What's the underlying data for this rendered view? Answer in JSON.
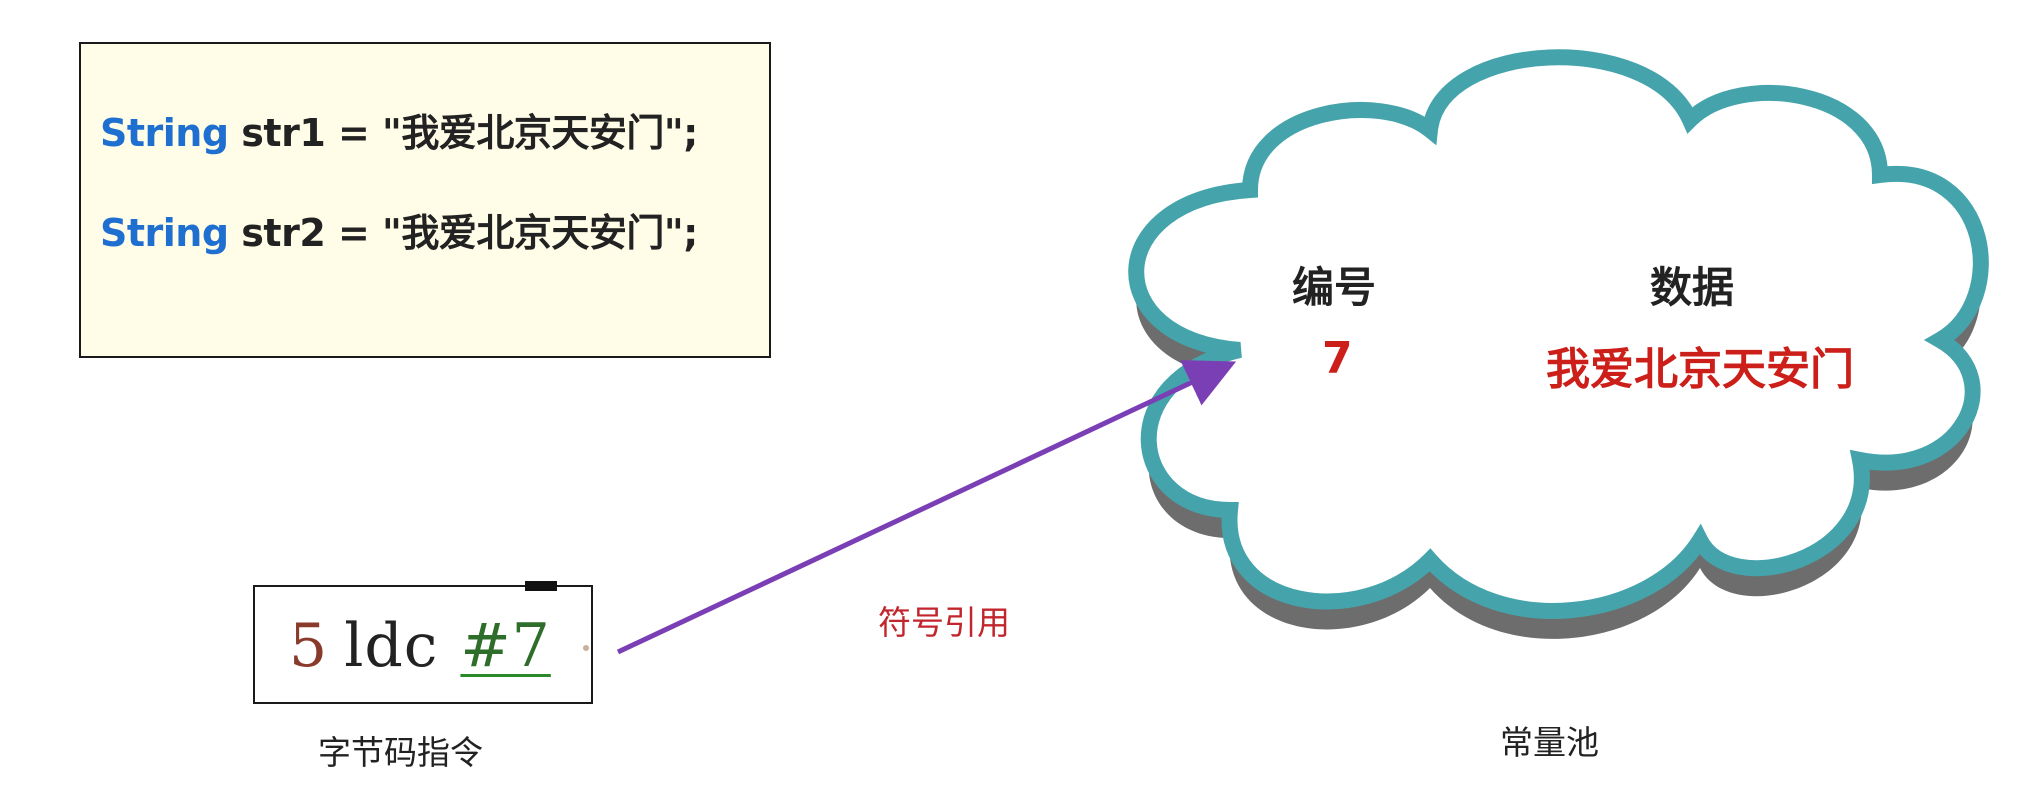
{
  "code": {
    "line1": {
      "keyword": "String",
      "rest": " str1 = \"我爱北京天安门\";"
    },
    "line2": {
      "keyword": "String",
      "rest": " str2 = \"我爱北京天安门\";"
    }
  },
  "bytecode": {
    "index": "5",
    "op": "ldc",
    "ref": "#7",
    "caption": "字节码指令"
  },
  "arrow": {
    "label": "符号引用",
    "color": "#7b3fb5"
  },
  "constant_pool": {
    "id_header": "编号",
    "data_header": "数据",
    "id_value": "7",
    "data_value": "我爱北京天安门",
    "caption": "常量池",
    "outline_color": "#45a4ab",
    "shadow_color": "#6d6d6d"
  }
}
